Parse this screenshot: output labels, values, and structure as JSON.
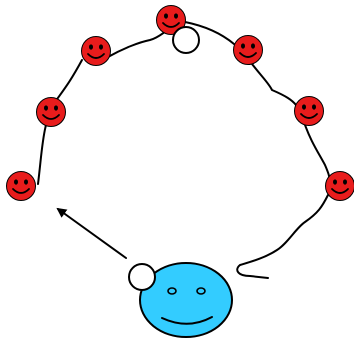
{
  "diagram": {
    "colors": {
      "background": "#ffffff",
      "stroke": "#000000",
      "small_face_fill": "#e81c1c",
      "small_face_feature": "#000000",
      "big_face_fill": "#33ccff",
      "handle_fill": "#ffffff"
    },
    "small_faces": [
      {
        "name": "smiley-face-left-low",
        "icon": "smiley-face-icon"
      },
      {
        "name": "smiley-face-left-mid",
        "icon": "smiley-face-icon"
      },
      {
        "name": "smiley-face-upper-left",
        "icon": "smiley-face-icon"
      },
      {
        "name": "smiley-face-top",
        "icon": "smiley-face-icon"
      },
      {
        "name": "smiley-face-upper-right",
        "icon": "smiley-face-icon"
      },
      {
        "name": "smiley-face-right-mid",
        "icon": "smiley-face-icon"
      },
      {
        "name": "smiley-face-right-low",
        "icon": "smiley-face-icon"
      }
    ],
    "big_face": {
      "name": "large-blue-face",
      "icon": "smiley-face-icon"
    },
    "handles": [
      {
        "name": "top-white-circle"
      },
      {
        "name": "bottom-white-circle"
      }
    ],
    "arrow": {
      "name": "arrow",
      "icon": "arrow-icon"
    }
  }
}
